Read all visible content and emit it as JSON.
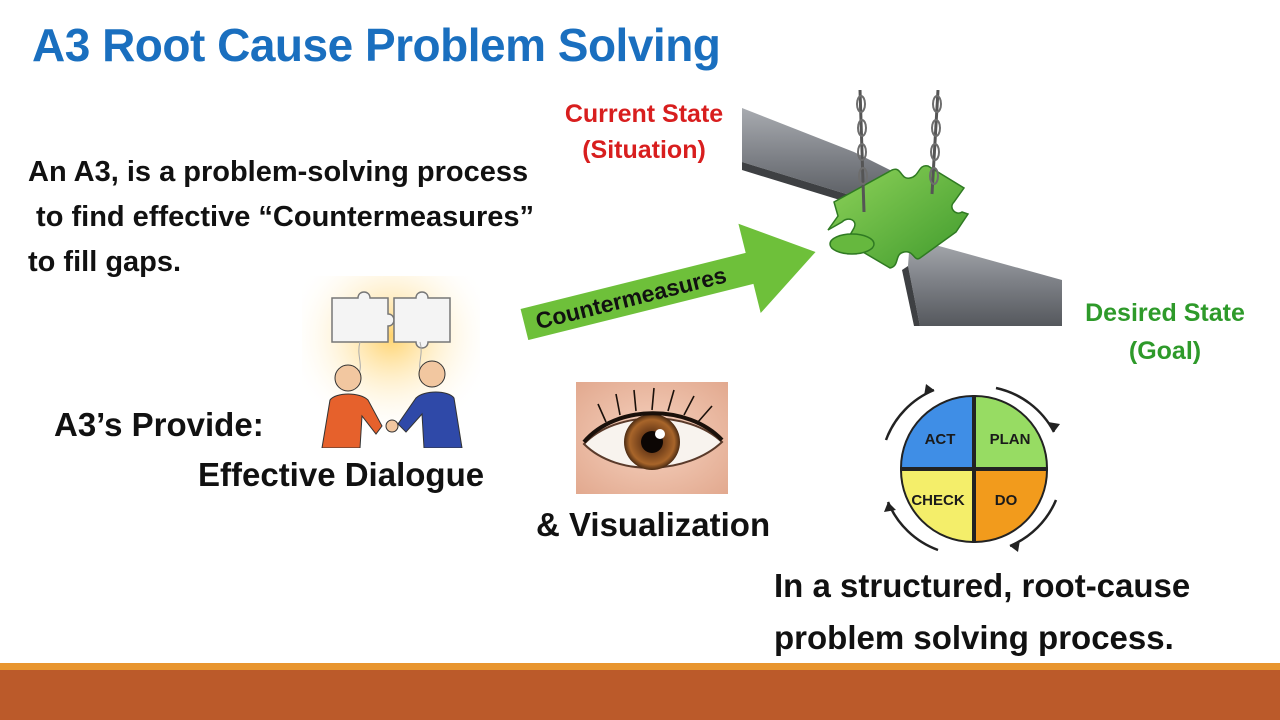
{
  "slide": {
    "title": "A3 Root Cause Problem Solving",
    "intro_lines": [
      "An A3, is a problem-solving process",
      " to find effective “Countermeasures”",
      "to fill gaps."
    ],
    "current_state": [
      "Current State",
      "(Situation)"
    ],
    "desired_state": [
      "Desired State",
      "(Goal)"
    ],
    "arrow_label": "Countermeasures",
    "provide_label": "A3’s Provide:",
    "dialogue_label": "Effective Dialogue",
    "visualization_label": "& Visualization",
    "structured_lines": [
      "In a structured, root-cause",
      "problem solving process."
    ],
    "pdca": {
      "act": "ACT",
      "plan": "PLAN",
      "check": "CHECK",
      "do": "DO",
      "colors": {
        "act": "#3f8ee6",
        "plan": "#97dc63",
        "check": "#f4ee6a",
        "do": "#f29b1c"
      }
    },
    "colors": {
      "title": "#1a6fbf",
      "current_state": "#d81e1e",
      "desired_state": "#2e9a2a",
      "arrow": "#6ec03a",
      "footer_top": "#e8952f",
      "footer": "#bb5a2a"
    },
    "icons": [
      "puzzle-bridge-image",
      "two-people-puzzle-cartoon",
      "eye-image",
      "pdca-cycle-diagram"
    ]
  }
}
